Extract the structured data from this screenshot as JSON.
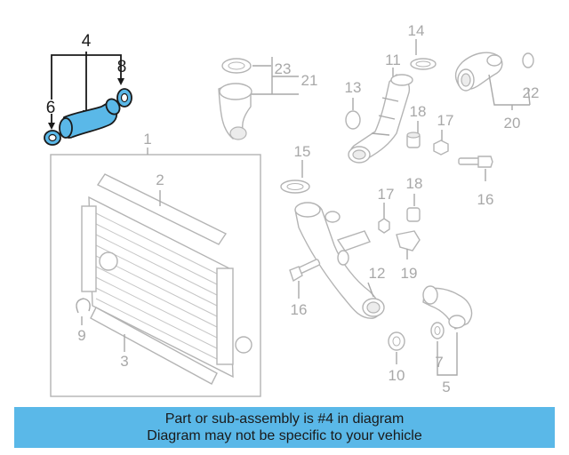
{
  "diagram": {
    "highlighted_part": "4",
    "labels": {
      "l1": "1",
      "l2": "2",
      "l3": "3",
      "l4": "4",
      "l5": "5",
      "l6": "6",
      "l7": "7",
      "l8": "8",
      "l9": "9",
      "l10": "10",
      "l11": "11",
      "l12": "12",
      "l13": "13",
      "l14": "14",
      "l15": "15",
      "l16a": "16",
      "l16b": "16",
      "l17a": "17",
      "l17b": "17",
      "l18a": "18",
      "l18b": "18",
      "l19": "19",
      "l20": "20",
      "l21": "21",
      "l22": "22",
      "l23": "23"
    },
    "colors": {
      "highlight": "#5ab8e8",
      "part_line": "#b4b4b4",
      "label_gray": "#a8a8a8",
      "label_dark": "#1a1a1a"
    }
  },
  "banner": {
    "line1": "Part or sub-assembly is #4 in diagram",
    "line2": "Diagram may not be specific to your vehicle"
  }
}
